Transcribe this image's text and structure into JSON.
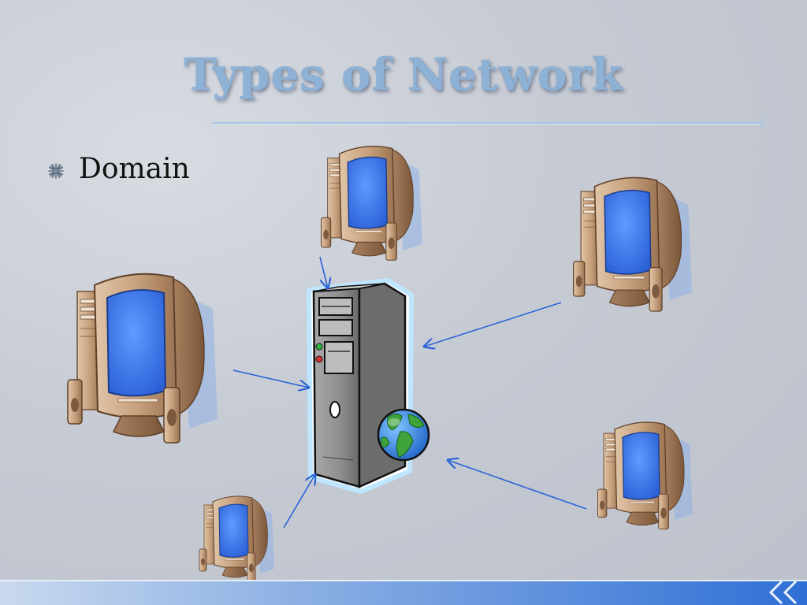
{
  "slide": {
    "title": "Types of Network",
    "bullets": [
      {
        "text": "Domain"
      }
    ]
  },
  "diagram": {
    "center": {
      "kind": "server",
      "icon": "server-globe-icon"
    },
    "nodes": [
      {
        "id": "pc-top",
        "kind": "workstation",
        "icon": "computer-icon"
      },
      {
        "id": "pc-upper-right",
        "kind": "workstation",
        "icon": "computer-icon"
      },
      {
        "id": "pc-left",
        "kind": "workstation",
        "icon": "computer-icon"
      },
      {
        "id": "pc-lower-right",
        "kind": "workstation",
        "icon": "computer-icon"
      },
      {
        "id": "pc-bottom-left",
        "kind": "workstation",
        "icon": "computer-icon"
      }
    ],
    "edges": [
      {
        "from": "pc-top",
        "to": "server"
      },
      {
        "from": "pc-upper-right",
        "to": "server"
      },
      {
        "from": "pc-left",
        "to": "server"
      },
      {
        "from": "pc-lower-right",
        "to": "server"
      },
      {
        "from": "pc-bottom-left",
        "to": "server"
      }
    ]
  },
  "colors": {
    "background": "#c6cad3",
    "title": "#8eb2d6",
    "arrow": "#2b63d6",
    "screen": "#3f7ff0",
    "case": "#b88f6c",
    "footer": "#3f7fd8"
  }
}
